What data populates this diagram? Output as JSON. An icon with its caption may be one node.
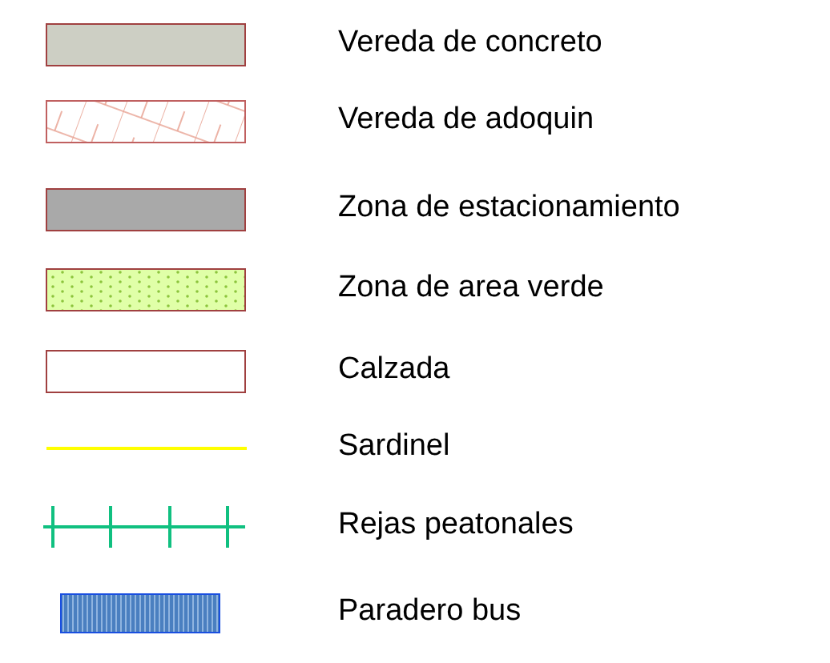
{
  "diagram": {
    "legend": [
      {
        "text": "Vereda de concreto",
        "color": "#cdcfc4"
      },
      {
        "text": "Vereda de adoquin"
      },
      {
        "text": "Zona de estacionamiento",
        "color": "#a9a9a9"
      },
      {
        "text": "Zona de area verde",
        "color": "#e0ffa8"
      },
      {
        "text": "Calzada"
      },
      {
        "text": "Sardinel"
      },
      {
        "text": "Rejas peatonales"
      },
      {
        "text": "Paradero bus"
      }
    ]
  }
}
